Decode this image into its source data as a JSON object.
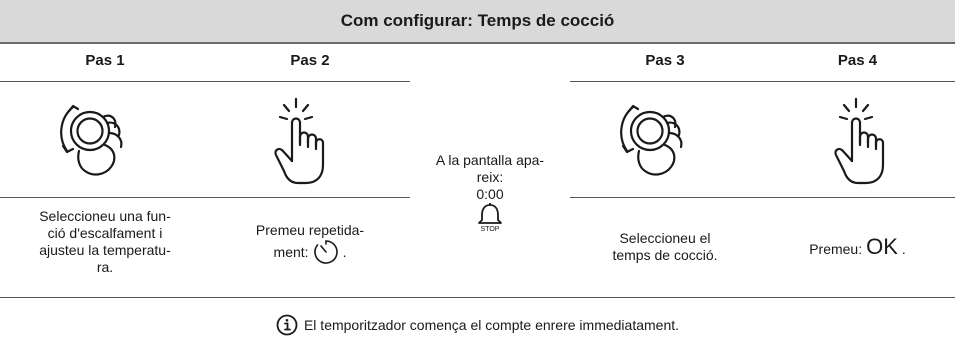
{
  "title": "Com configurar: Temps de cocció",
  "steps": [
    {
      "label": "Pas 1",
      "icon": "rotary-knob-icon",
      "text": "Seleccioneu una fun-\nció d'escalfament i\najusteu la temperatu-\nra."
    },
    {
      "label": "Pas 2",
      "icon": "tap-finger-icon",
      "text_line1": "Premeu repetida-",
      "text_line2": "ment:",
      "timer_icon": "timer-icon",
      "text_end": "."
    },
    {
      "label": "Pas 3",
      "icon": "rotary-knob-icon",
      "text": "Seleccioneu el\ntemps de cocció."
    },
    {
      "label": "Pas 4",
      "icon": "tap-finger-icon",
      "text_prefix": "Premeu:",
      "ok_symbol": "OK",
      "text_end": "."
    }
  ],
  "middle": {
    "text": "A la pantalla apa-\nreix:\n0:00",
    "bell_icon": "bell-stop-icon",
    "bell_label": "STOP"
  },
  "footer": {
    "info_icon": "info-icon",
    "text": "El temporitzador comença el compte enrere immediatament."
  }
}
